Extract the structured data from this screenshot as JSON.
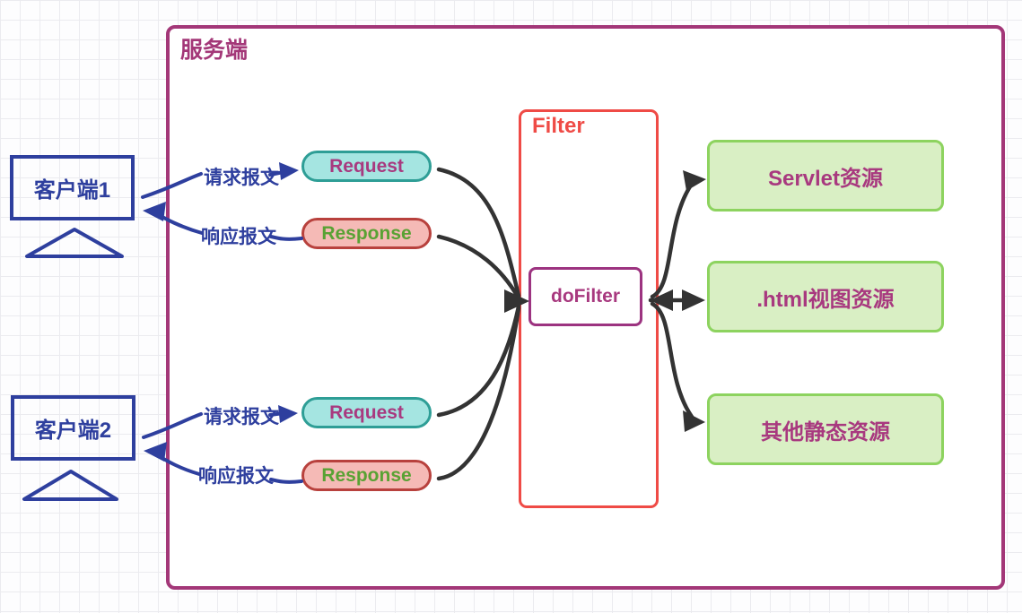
{
  "server": {
    "label": "服务端"
  },
  "clients": [
    {
      "label": "客户端1"
    },
    {
      "label": "客户端2"
    }
  ],
  "filter": {
    "label": "Filter"
  },
  "dofilter": {
    "label": "doFilter"
  },
  "flows": [
    {
      "label": "请求报文"
    },
    {
      "label": "响应报文"
    },
    {
      "label": "请求报文"
    },
    {
      "label": "响应报文"
    }
  ],
  "pills": [
    {
      "label": "Request"
    },
    {
      "label": "Response"
    },
    {
      "label": "Request"
    },
    {
      "label": "Response"
    }
  ],
  "resources": [
    {
      "label": "Servlet资源"
    },
    {
      "label": ".html视图资源"
    },
    {
      "label": "其他静态资源"
    }
  ],
  "colors": {
    "server_border": "#a33778",
    "client_blue": "#2e3f9e",
    "filter_red": "#ef4b46",
    "dofilter_purple": "#9c3380",
    "magenta_text": "#a8397f",
    "request_fill": "#a5e5e1",
    "request_border": "#2e9e96",
    "response_fill": "#f5bab6",
    "response_border": "#b8413d",
    "response_text_green": "#59a234",
    "resource_fill": "#d9efc4",
    "resource_border": "#8dd35f",
    "arrow_black": "#333333"
  }
}
